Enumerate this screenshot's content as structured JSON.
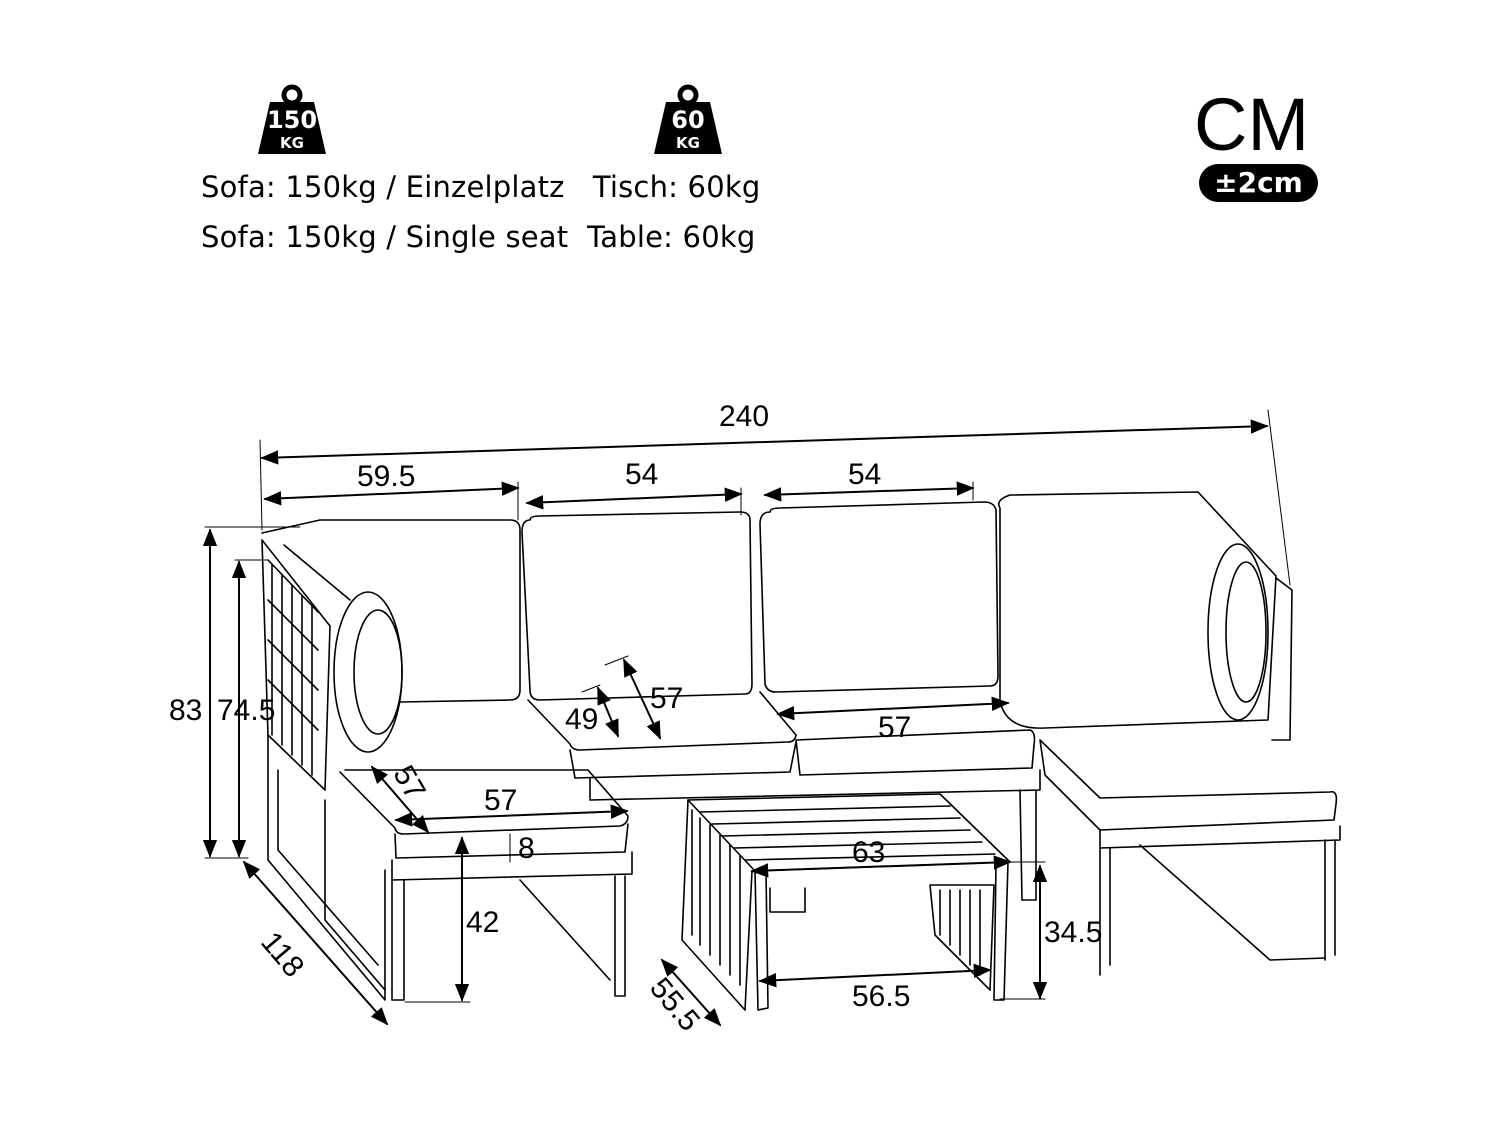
{
  "header": {
    "sofa_weight": {
      "number": "150",
      "unit": "KG"
    },
    "table_weight": {
      "number": "60",
      "unit": "KG"
    },
    "caption_de": "Sofa: 150kg / Einzelplatz   Tisch: 60kg",
    "caption_en": "Sofa: 150kg / Single seat  Table: 60kg",
    "unit_label": "CM",
    "tolerance": "±2cm"
  },
  "dimensions": {
    "total_width": "240",
    "corner_seat_width": "59.5",
    "middle_seat_1_width": "54",
    "middle_seat_2_width": "54",
    "total_height": "83",
    "armrest_height": "74.5",
    "seat_depth_back": "57",
    "backrest_height": "49",
    "seat_width": "57",
    "ottoman_depth": "57",
    "ottoman_width": "57",
    "cushion_thickness": "8",
    "seat_height": "42",
    "total_depth": "118",
    "table_width": "63",
    "table_inner_width": "56.5",
    "table_depth": "55.5",
    "table_height": "34.5"
  },
  "colors": {
    "ink": "#000000",
    "background": "#ffffff"
  }
}
